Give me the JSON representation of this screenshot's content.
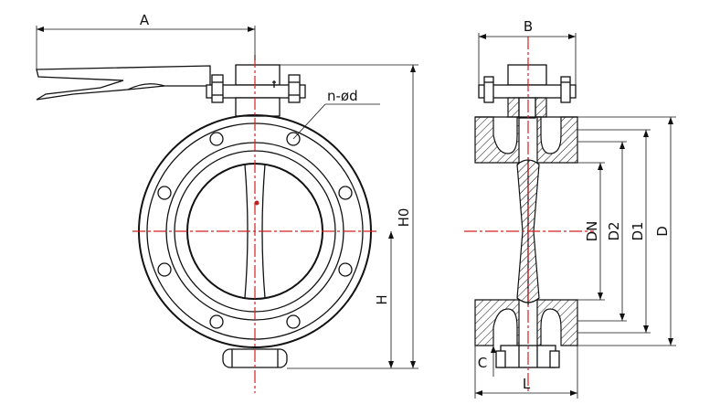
{
  "front_view": {
    "dimension_labels": {
      "handle_length": "A",
      "bolt_holes": "n-ød",
      "overall_height": "H0",
      "center_height": "H"
    }
  },
  "side_view": {
    "dimension_labels": {
      "top_width": "B",
      "nominal_diameter": "DN",
      "face_diameter": "D2",
      "bolt_circle": "D1",
      "flange_diameter": "D",
      "flange_thickness": "C",
      "face_to_face": "L"
    }
  },
  "colors": {
    "outline": "#111111",
    "centerline": "#d42020",
    "background": "#ffffff"
  }
}
